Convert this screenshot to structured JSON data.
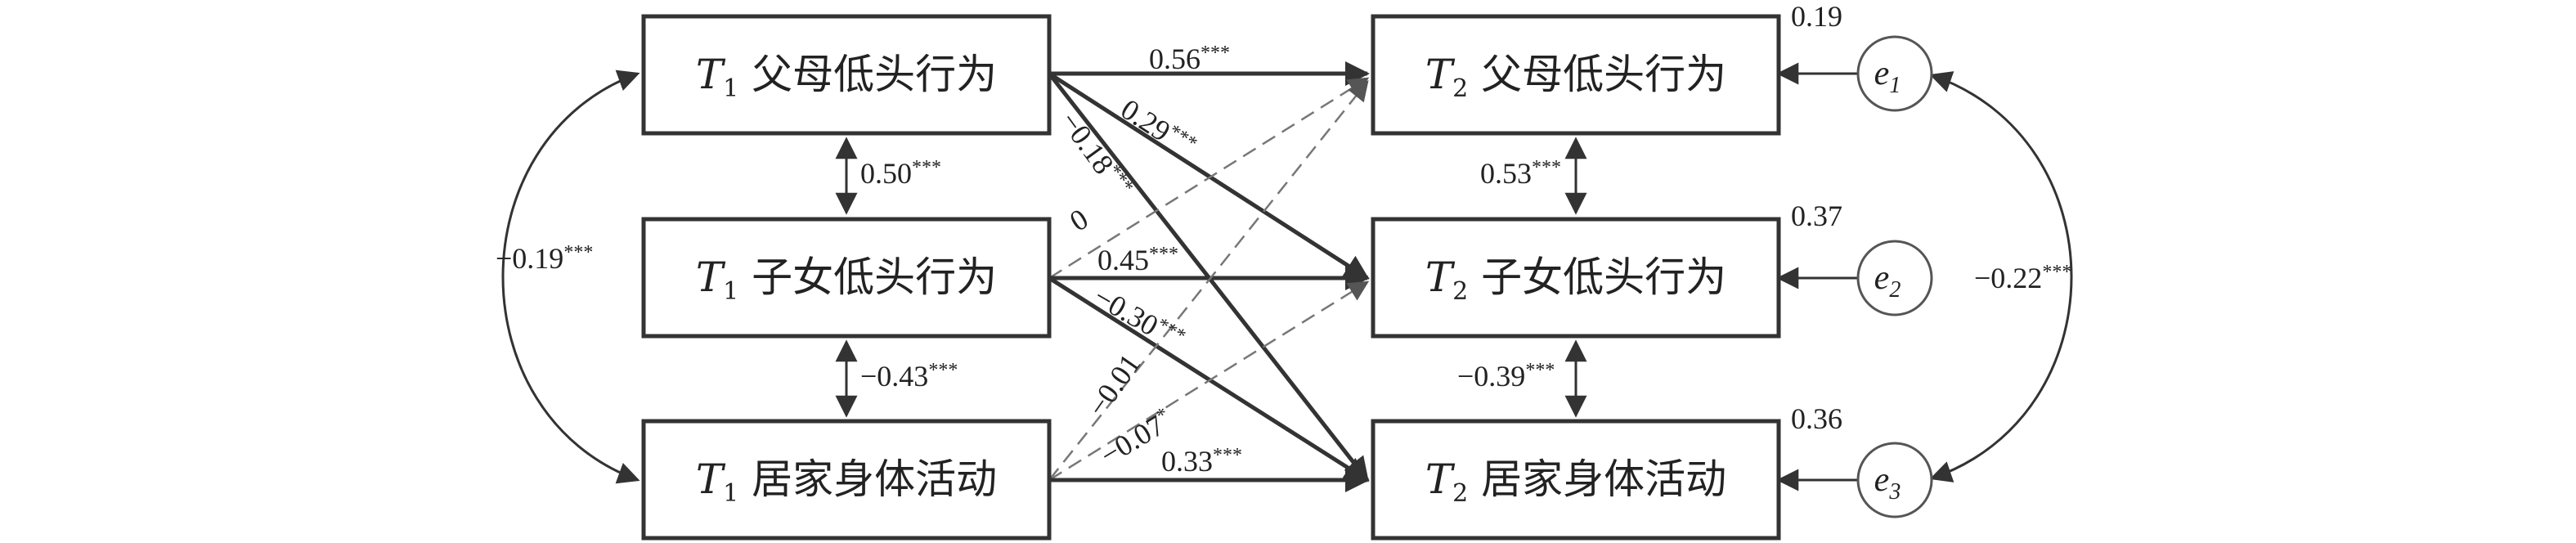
{
  "nodes": {
    "t1_parent": {
      "prefix": "T",
      "sub": "1",
      "label": "父母低头行为"
    },
    "t1_child": {
      "prefix": "T",
      "sub": "1",
      "label": "子女低头行为"
    },
    "t1_activity": {
      "prefix": "T",
      "sub": "1",
      "label": "居家身体活动"
    },
    "t2_parent": {
      "prefix": "T",
      "sub": "2",
      "label": "父母低头行为"
    },
    "t2_child": {
      "prefix": "T",
      "sub": "2",
      "label": "子女低头行为"
    },
    "t2_activity": {
      "prefix": "T",
      "sub": "2",
      "label": "居家身体活动"
    }
  },
  "errors": [
    {
      "symbol": "e",
      "sub": "1",
      "r2": "0.19"
    },
    {
      "symbol": "e",
      "sub": "2",
      "r2": "0.37"
    },
    {
      "symbol": "e",
      "sub": "3",
      "r2": "0.36"
    }
  ],
  "paths": [
    {
      "from": "T1 父母低头行为",
      "to": "T2 父母低头行为",
      "coef": "0.56",
      "sig": "***",
      "style": "solid"
    },
    {
      "from": "T1 父母低头行为",
      "to": "T2 子女低头行为",
      "coef": "0.29",
      "sig": "***",
      "style": "solid"
    },
    {
      "from": "T1 父母低头行为",
      "to": "T2 居家身体活动",
      "coef": "−0.18",
      "sig": "***",
      "style": "solid"
    },
    {
      "from": "T1 子女低头行为",
      "to": "T2 父母低头行为",
      "coef": "0",
      "sig": "",
      "style": "dashed"
    },
    {
      "from": "T1 子女低头行为",
      "to": "T2 子女低头行为",
      "coef": "0.45",
      "sig": "***",
      "style": "solid"
    },
    {
      "from": "T1 子女低头行为",
      "to": "T2 居家身体活动",
      "coef": "−0.30",
      "sig": "***",
      "style": "solid"
    },
    {
      "from": "T1 居家身体活动",
      "to": "T2 父母低头行为",
      "coef": "−0.01",
      "sig": "",
      "style": "dashed"
    },
    {
      "from": "T1 居家身体活动",
      "to": "T2 子女低头行为",
      "coef": "−0.07",
      "sig": "*",
      "style": "dashed"
    },
    {
      "from": "T1 居家身体活动",
      "to": "T2 居家身体活动",
      "coef": "0.33",
      "sig": "***",
      "style": "solid"
    }
  ],
  "covariances": [
    {
      "between": "T1 父母低头行为 – T1 子女低头行为",
      "coef": "0.50",
      "sig": "***"
    },
    {
      "between": "T1 子女低头行为 – T1 居家身体活动",
      "coef": "−0.43",
      "sig": "***"
    },
    {
      "between": "T1 父母低头行为 – T1 居家身体活动",
      "coef": "−0.19",
      "sig": "***"
    },
    {
      "between": "T2 父母低头行为 – T2 子女低头行为",
      "coef": "0.53",
      "sig": "***"
    },
    {
      "between": "T2 子女低头行为 – T2 居家身体活动",
      "coef": "−0.39",
      "sig": "***"
    },
    {
      "between": "e1 – e3",
      "coef": "−0.22",
      "sig": "***"
    }
  ],
  "colors": {
    "line": "#333333",
    "dashed": "#777777",
    "text": "#222222"
  }
}
